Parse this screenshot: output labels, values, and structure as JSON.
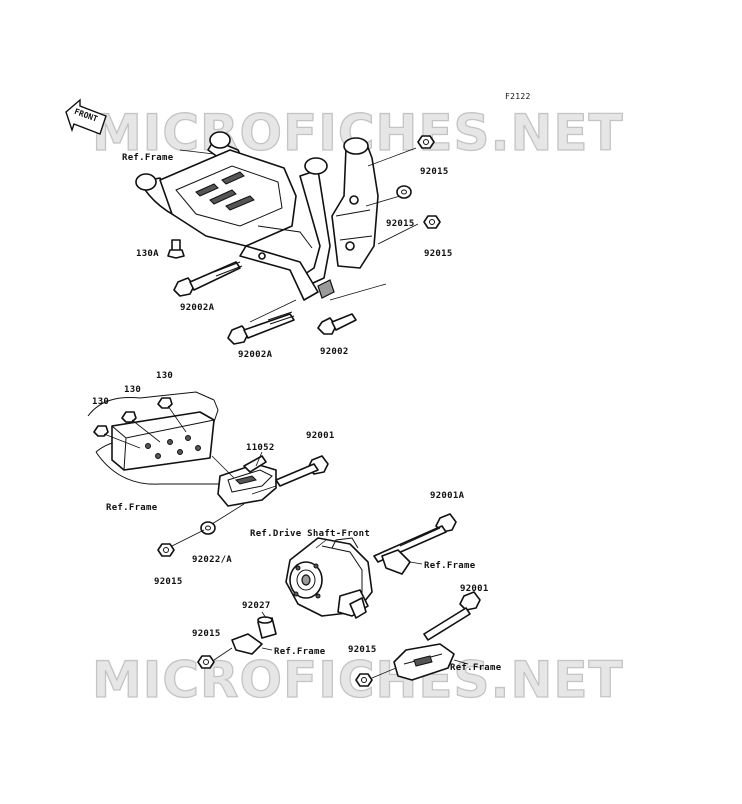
{
  "figure_code": "F2122",
  "front_marker": "FRONT",
  "watermark": "MICROFICHES.NET",
  "labels": {
    "ref_frame_top": "Ref.Frame",
    "p130A": "130A",
    "p92002A_1": "92002A",
    "p92002A_2": "92002A",
    "p92002": "92002",
    "p92015_a": "92015",
    "p92015_b": "92015",
    "p92015_c": "92015",
    "p130_a": "130",
    "p130_b": "130",
    "p130_c": "130",
    "p11052": "11052",
    "p92001_a": "92001",
    "ref_frame_mid": "Ref.Frame",
    "ref_drive_shaft": "Ref.Drive Shaft-Front",
    "p92001A": "92001A",
    "ref_frame_right": "Ref.Frame",
    "p92015_d": "92015",
    "p92022A": "92022/A",
    "p92027": "92027",
    "p92001_b": "92001",
    "p92015_e": "92015",
    "ref_frame_bottom": "Ref.Frame",
    "p92015_f": "92015",
    "ref_frame_bottom_right": "Ref.Frame"
  },
  "colors": {
    "ink": "#111111",
    "watermark_fill": "#e6e6e6",
    "watermark_stroke": "#c4c4c4"
  }
}
